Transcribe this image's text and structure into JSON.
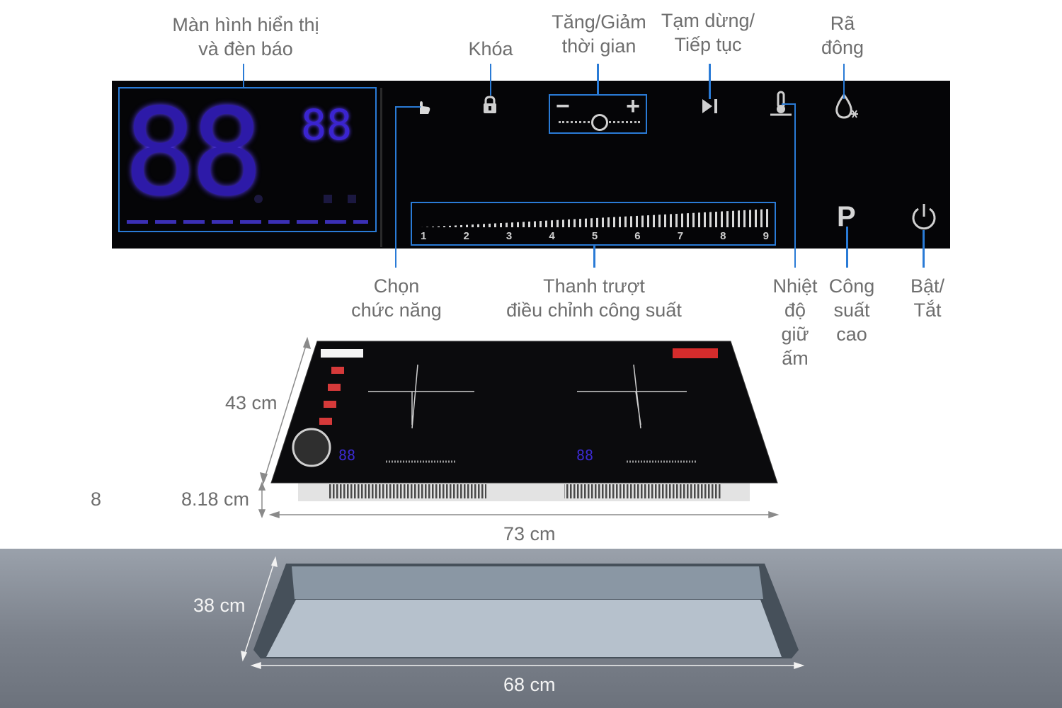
{
  "labels": {
    "display": [
      "Màn hình hiển thị",
      "và đèn báo"
    ],
    "lock": [
      "Khóa"
    ],
    "timer": [
      "Tăng/Giảm",
      "thời gian"
    ],
    "pause": [
      "Tạm dừng/",
      "Tiếp tục"
    ],
    "defrost": [
      "Rã",
      "đông"
    ],
    "function": [
      "Chọn",
      "chức năng"
    ],
    "slider": [
      "Thanh trượt",
      "điều chỉnh công suất"
    ],
    "keep_warm": [
      "Nhiệt",
      "độ",
      "giữ",
      "ấm"
    ],
    "boost": [
      "Công",
      "suất",
      "cao"
    ],
    "power": [
      "Bật/",
      "Tắt"
    ]
  },
  "display": {
    "main_digits": "88",
    "small_digits": "88"
  },
  "slider_ticks": [
    "1",
    "2",
    "3",
    "4",
    "5",
    "6",
    "7",
    "8",
    "9"
  ],
  "timer_symbols": {
    "minus": "−",
    "plus": "+"
  },
  "boost_symbol": "P",
  "dimensions": {
    "depth": "43 cm",
    "height": "8.18 cm",
    "width": "73 cm",
    "side_note": "8",
    "cutout_depth": "38 cm",
    "cutout_width": "68 cm"
  },
  "colors": {
    "accent": "#2a7bd6",
    "display_glow": "#5a3cff",
    "panel": "#050507"
  }
}
